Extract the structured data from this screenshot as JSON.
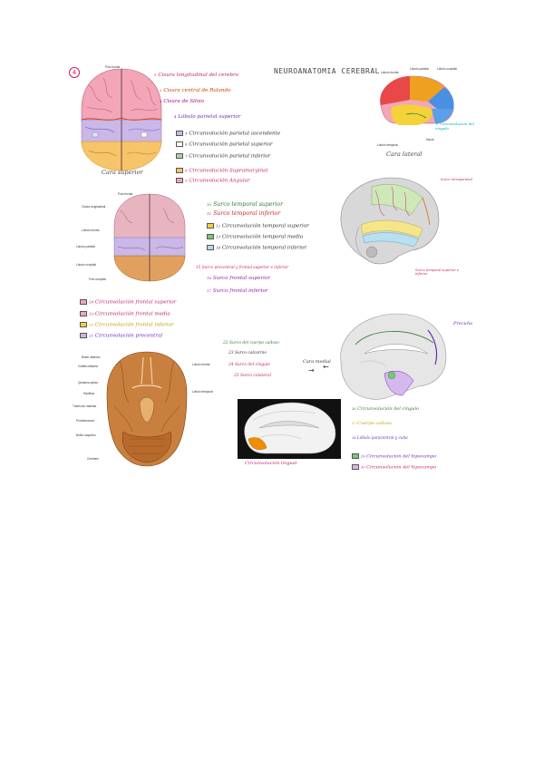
{
  "page_number": "4",
  "title": "NEUROANATOMIA CEREBRAL",
  "top_left": {
    "caption": "Cara superior",
    "notes": [
      {
        "num": "1",
        "text": "Cisura longitudinal del cerebro",
        "color": "#c41e6b"
      },
      {
        "num": "2",
        "text": "Cisura central de Rolando",
        "color": "#d13b00"
      },
      {
        "num": "3",
        "text": "Cisura de Silvio",
        "color": "#b0007a"
      },
      {
        "num": "4",
        "text": "Lóbulo parietal superior",
        "color": "#6b2bb5"
      },
      {
        "num": "5",
        "text": "Circunvolución parietal ascendente",
        "color": "#333333"
      },
      {
        "num": "6",
        "text": "Circunvolución parietal superior",
        "color": "#333333"
      },
      {
        "num": "7",
        "text": "Circunvolución parietal inferior",
        "color": "#333333"
      },
      {
        "num": "8",
        "text": "Circunvolución Supramarginal",
        "color": "#c41e6b"
      },
      {
        "num": "9",
        "text": "Circunvolución Angular",
        "color": "#c41e6b"
      }
    ]
  },
  "top_right": {
    "caption": "Cara lateral",
    "labels": [
      "Lóbulo frontal",
      "Lóbulo parietal",
      "Lóbulo temporal",
      "Lóbulo occipital",
      "Ínsula"
    ],
    "cyan_note": "Circunvolución del cíngulo"
  },
  "mid_left": {
    "labels": [
      "Polo frontal",
      "Cisura longitudinal",
      "Lóbulo frontal",
      "Lóbulo parietal",
      "Lóbulo occipital",
      "Polo occipital"
    ],
    "notes": [
      {
        "num": "10",
        "text": "Surco temporal superior",
        "color": "#2e7d32"
      },
      {
        "num": "11",
        "text": "Surco temporal inferior",
        "color": "#c62828"
      },
      {
        "num": "12",
        "text": "Circunvolución temporal superior",
        "color": "#333333"
      },
      {
        "num": "13",
        "text": "Circunvolución temporal media",
        "color": "#333333"
      },
      {
        "num": "14",
        "text": "Circunvolución temporal inferior",
        "color": "#333333"
      }
    ],
    "sub_notes": [
      {
        "num": "15",
        "text": "Surco precentral y frontal superior e inferior",
        "color": "#d81b60"
      },
      {
        "num": "16",
        "text": "Surco frontal superior",
        "color": "#8e24aa"
      },
      {
        "num": "17",
        "text": "Surco frontal inferior",
        "color": "#8e24aa"
      }
    ]
  },
  "mid_bottom_notes": [
    {
      "num": "18",
      "text": "Circunvolución frontal superior",
      "color": "#c41e6b"
    },
    {
      "num": "19",
      "text": "Circunvolución frontal media",
      "color": "#c41e6b"
    },
    {
      "num": "20",
      "text": "Circunvolución frontal inferior",
      "color": "#c0a000"
    },
    {
      "num": "21",
      "text": "Circunvolución precentral",
      "color": "#6b2bb5"
    }
  ],
  "bottom_left": {
    "labels": [
      "Bulbo olfatorio",
      "Cintilla olfatoria",
      "Quiasma óptico",
      "Hipófisis",
      "Tubérculo mamilar",
      "Protuberancia",
      "Bulbo raquídeo",
      "Cerebelo",
      "Lóbulo temporal",
      "Lóbulo frontal"
    ]
  },
  "bottom_mid_notes": [
    {
      "num": "22",
      "text": "Surco del cuerpo calloso",
      "color": "#2e7d32"
    },
    {
      "num": "23",
      "text": "Surco calcarino",
      "color": "#333333"
    },
    {
      "num": "24",
      "text": "Surco del cíngulo",
      "color": "#c41e6b"
    },
    {
      "num": "25",
      "text": "Surco colateral",
      "color": "#c41e6b"
    }
  ],
  "bottom_center": {
    "caption": "Circunvolución lingual",
    "arrow_label": "Cara medial"
  },
  "bottom_right": {
    "label_top": "Precuña",
    "notes": [
      {
        "num": "26",
        "text": "Circunvolución del cíngulo",
        "color": "#2e7d32"
      },
      {
        "num": "27",
        "text": "Cuerpo calloso",
        "color": "#c0a000"
      },
      {
        "num": "28",
        "text": "Lóbulo paracentral y cuña",
        "color": "#6b2bb5"
      },
      {
        "num": "29",
        "text": "Circunvolución del hipocampo",
        "color": "#6b2bb5"
      },
      {
        "num": "30",
        "text": "Circunvolución del hipocampo",
        "color": "#c41e6b"
      }
    ]
  }
}
